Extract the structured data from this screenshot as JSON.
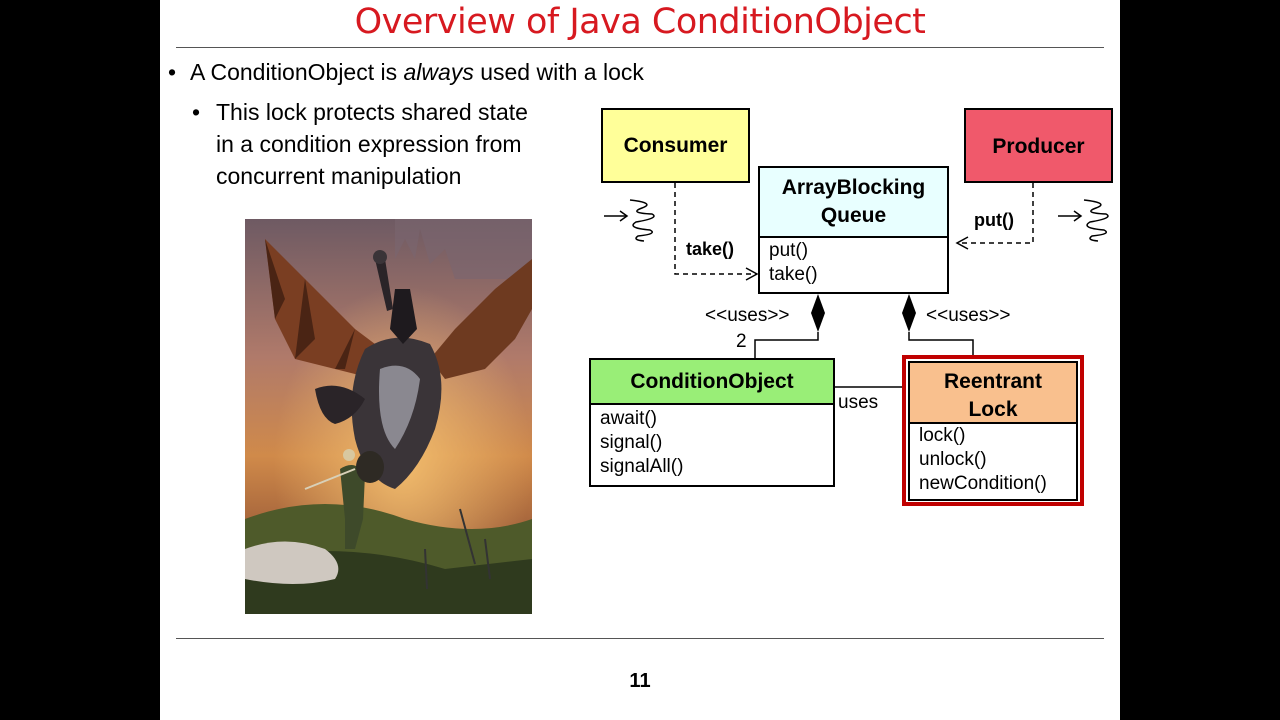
{
  "slide": {
    "title": "Overview of Java ConditionObject",
    "bullet1": {
      "prefix": "A ConditionObject is ",
      "emphasis": "always",
      "suffix": " used with a lock"
    },
    "bullet2": [
      "This lock protects shared state",
      "in a condition expression from",
      "concurrent manipulation"
    ],
    "page_number": "11"
  },
  "diagram": {
    "consumer": {
      "title": "Consumer",
      "color": "#ffff99"
    },
    "producer": {
      "title": "Producer",
      "color": "#f0596b"
    },
    "queue": {
      "title_lines": [
        "ArrayBlocking",
        "Queue"
      ],
      "ops": [
        "put()",
        "take()"
      ],
      "color": "#e8ffff"
    },
    "condition_object": {
      "title": "ConditionObject",
      "ops": [
        "await()",
        "signal()",
        "signalAll()"
      ],
      "color": "#99ee77"
    },
    "reentrant_lock": {
      "title_lines": [
        "Reentrant",
        "Lock"
      ],
      "ops": [
        "lock()",
        "unlock()",
        "newCondition()"
      ],
      "color": "#f9c08e",
      "border_color": "#c00000"
    },
    "labels": {
      "take": "take()",
      "put": "put()",
      "uses_left": "<<uses>>",
      "uses_right": "<<uses>>",
      "multiplicity": "2",
      "uses": "uses"
    }
  },
  "colors": {
    "title": "#d71920"
  }
}
